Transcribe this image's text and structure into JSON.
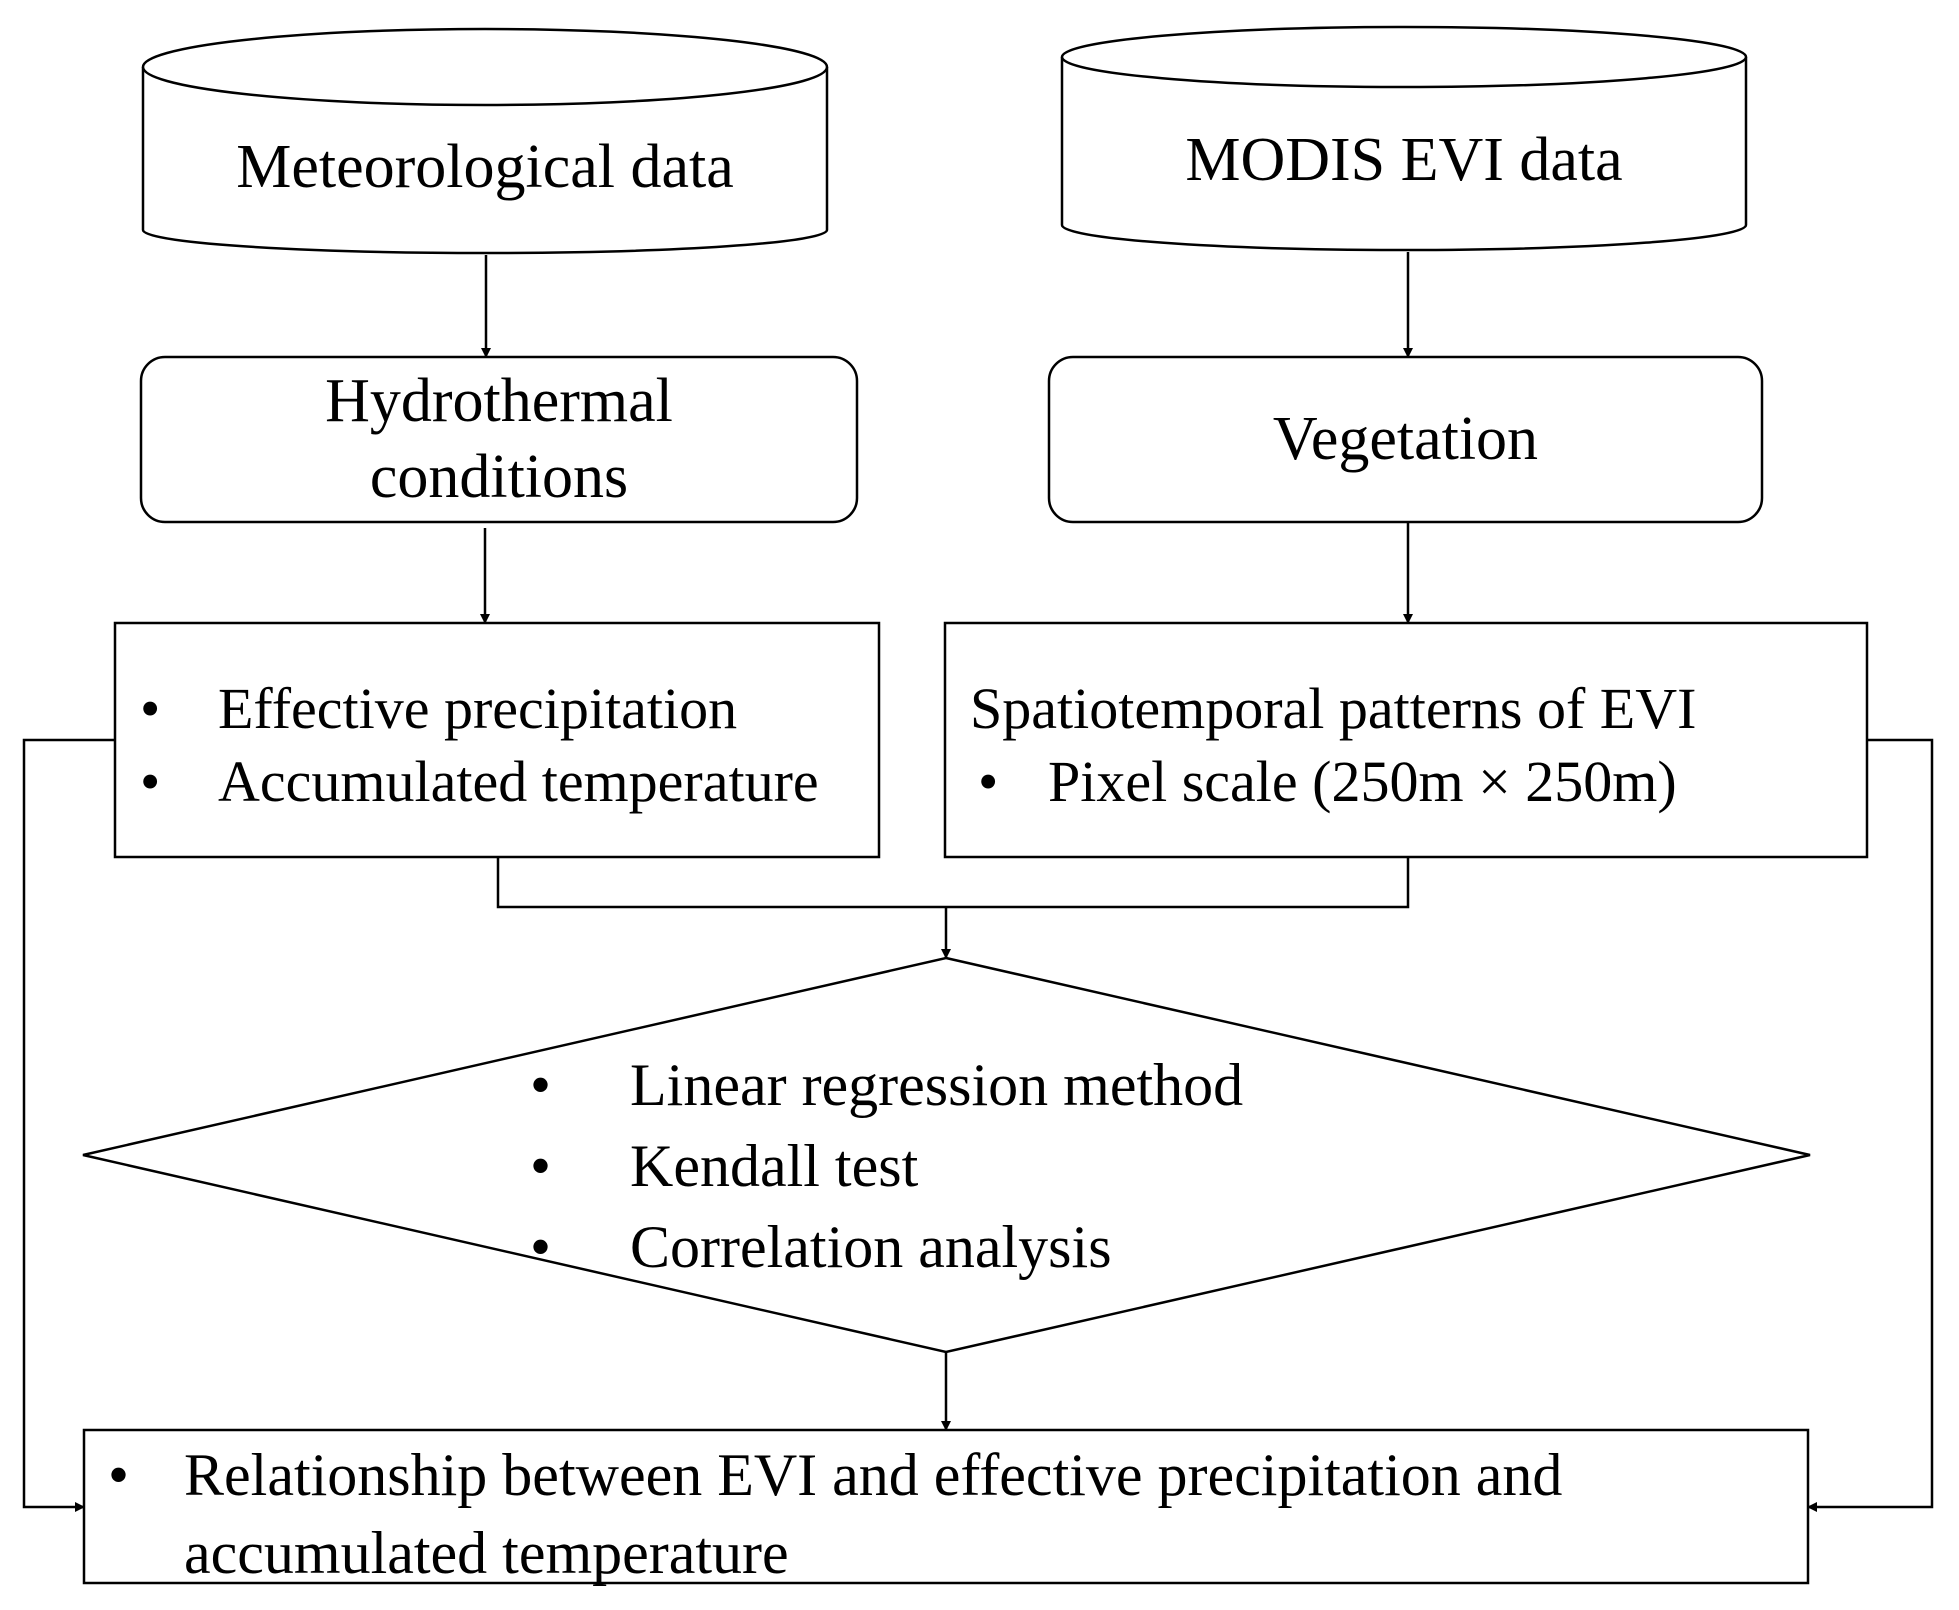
{
  "nodes": {
    "meteorological_data": {
      "label": "Meteorological data"
    },
    "modis_evi_data": {
      "label": "MODIS EVI data"
    },
    "hydrothermal": {
      "line1": "Hydrothermal",
      "line2": "conditions"
    },
    "vegetation": {
      "label": "Vegetation"
    },
    "hydro_box": {
      "items": [
        "Effective precipitation",
        "Accumulated temperature"
      ]
    },
    "evi_box": {
      "title": "Spatiotemporal patterns of EVI",
      "items": [
        "Pixel scale (250m × 250m)"
      ]
    },
    "methods": {
      "items": [
        "Linear regression method",
        "Kendall test",
        "Correlation analysis"
      ]
    },
    "result": {
      "line1": "Relationship between EVI and effective precipitation and",
      "line2": "accumulated temperature"
    }
  },
  "bullet_symbol": "•"
}
